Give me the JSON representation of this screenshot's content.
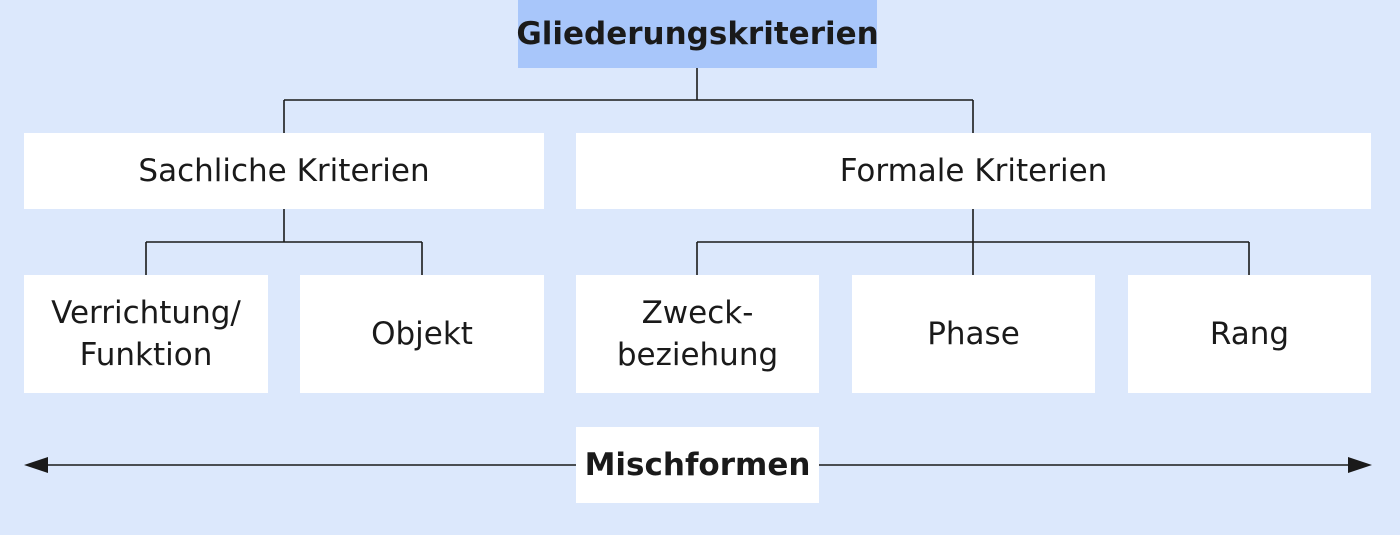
{
  "root": {
    "label": "Gliederungskriterien"
  },
  "groups": [
    {
      "label": "Sachliche Kriterien"
    },
    {
      "label": "Formale Kriterien"
    }
  ],
  "leaves": [
    {
      "label": "Verrichtung/\nFunktion"
    },
    {
      "label": "Objekt"
    },
    {
      "label": "Zweck-\nbeziehung"
    },
    {
      "label": "Phase"
    },
    {
      "label": "Rang"
    }
  ],
  "mixed": {
    "label": "Mischformen"
  },
  "colors": {
    "background": "#dce8fc",
    "root_fill": "#a8c6fa",
    "box_fill": "#ffffff",
    "line": "#1a1a1a"
  }
}
